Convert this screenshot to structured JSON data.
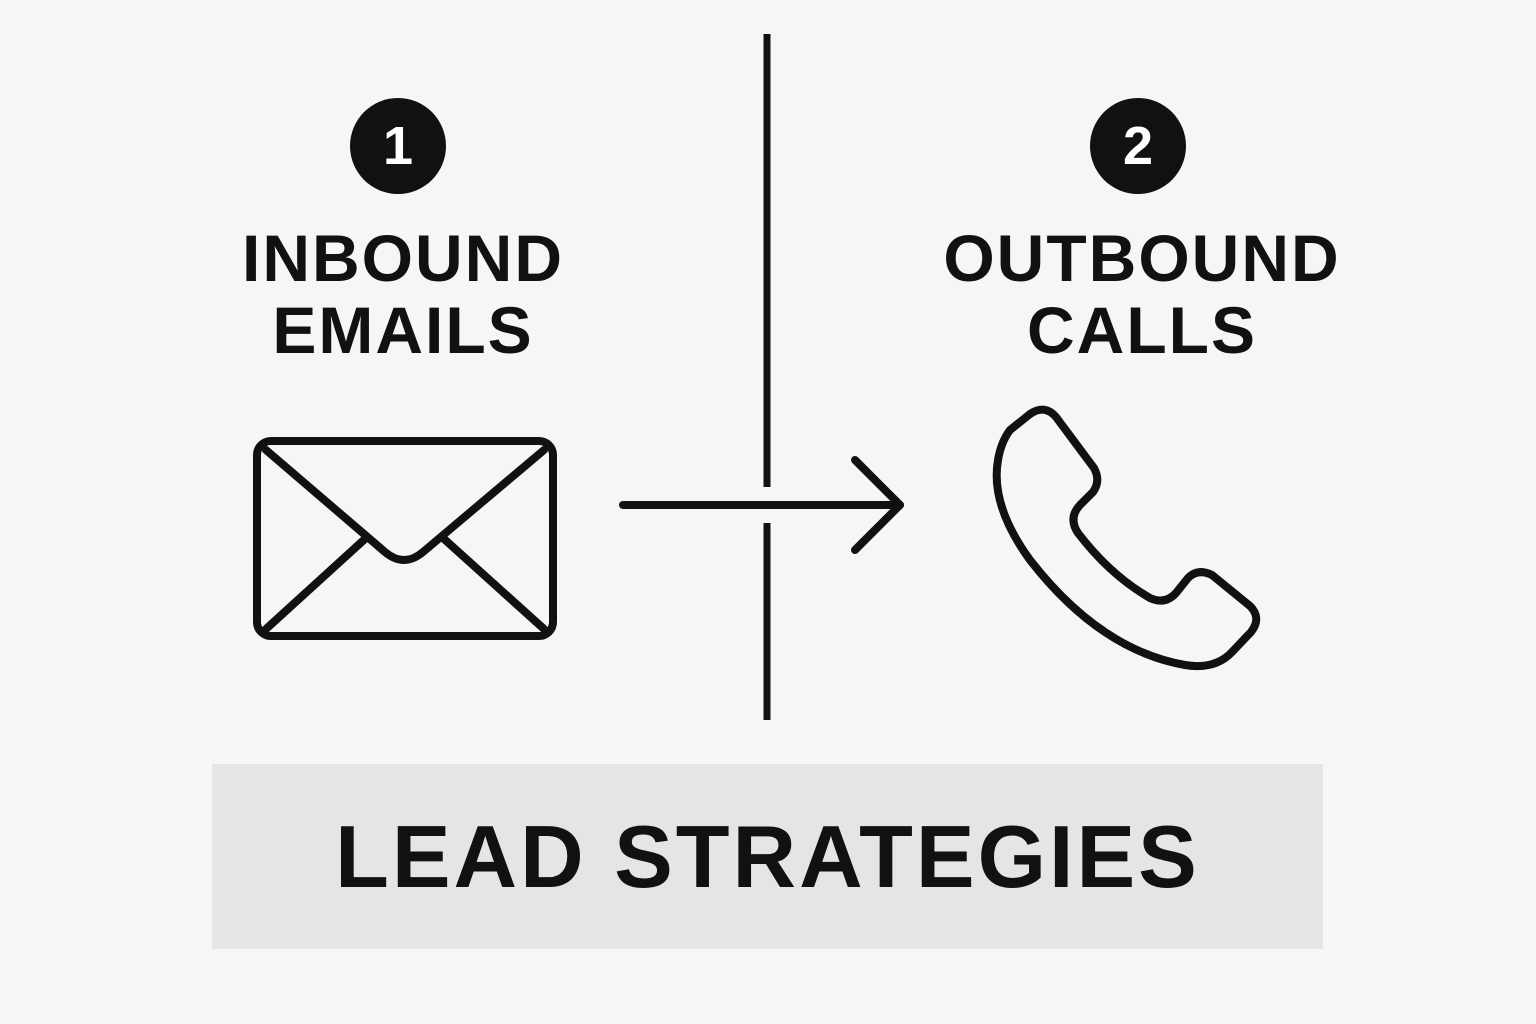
{
  "colors": {
    "background": "#f7f6f4",
    "ink": "#111111",
    "footer_background": "#e6e5e3"
  },
  "steps": [
    {
      "number": "1",
      "title_lines": [
        "INBOUND",
        "EMAILS"
      ],
      "icon": "envelope-icon"
    },
    {
      "number": "2",
      "title_lines": [
        "OUTBOUND",
        "CALLS"
      ],
      "icon": "phone-icon"
    }
  ],
  "connector": {
    "divider": "vertical-divider",
    "arrow_icon": "arrow-right-icon"
  },
  "footer": {
    "title": "LEAD STRATEGIES"
  }
}
